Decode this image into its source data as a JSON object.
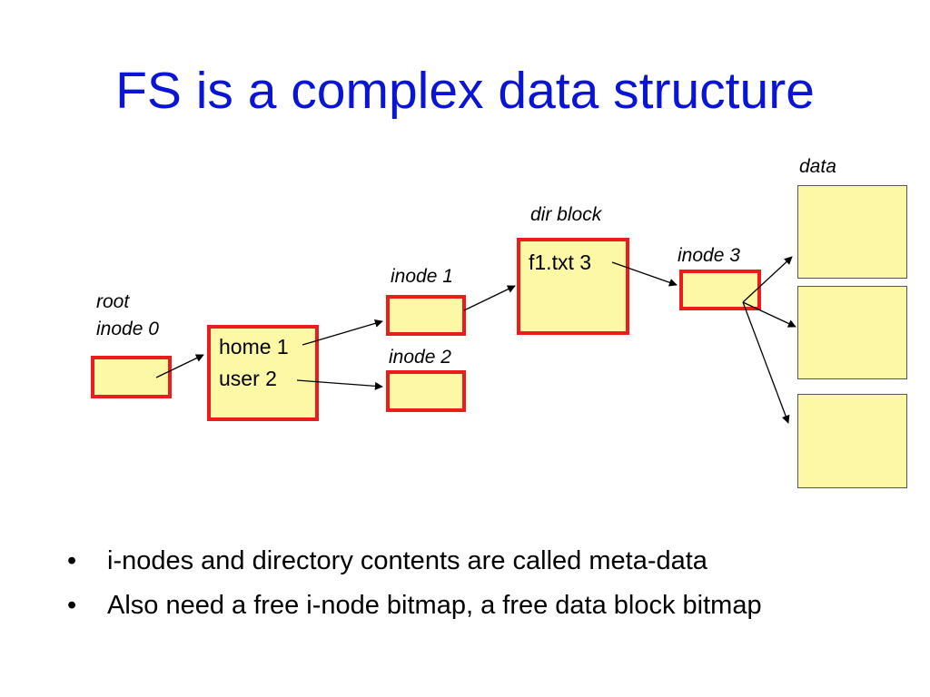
{
  "slide": {
    "title": "FS is a complex data structure",
    "colors": {
      "title": "#0a14d6",
      "box_fill": "#fcf8a6",
      "box_border": "#ea1c1c"
    }
  },
  "diagram": {
    "root_label_line1": "root",
    "root_label_line2": "inode 0",
    "home_dir_entry1": "home 1",
    "home_dir_entry2": "user 2",
    "inode1_label": "inode 1",
    "inode2_label": "inode 2",
    "dir_block_label": "dir block",
    "dir_block_entry": "f1.txt 3",
    "inode3_label": "inode 3",
    "data_label": "data"
  },
  "bullets": {
    "marker": "•",
    "items": [
      "i-nodes and directory contents are called meta-data",
      "Also need a free i-node bitmap, a free data block bitmap"
    ]
  }
}
